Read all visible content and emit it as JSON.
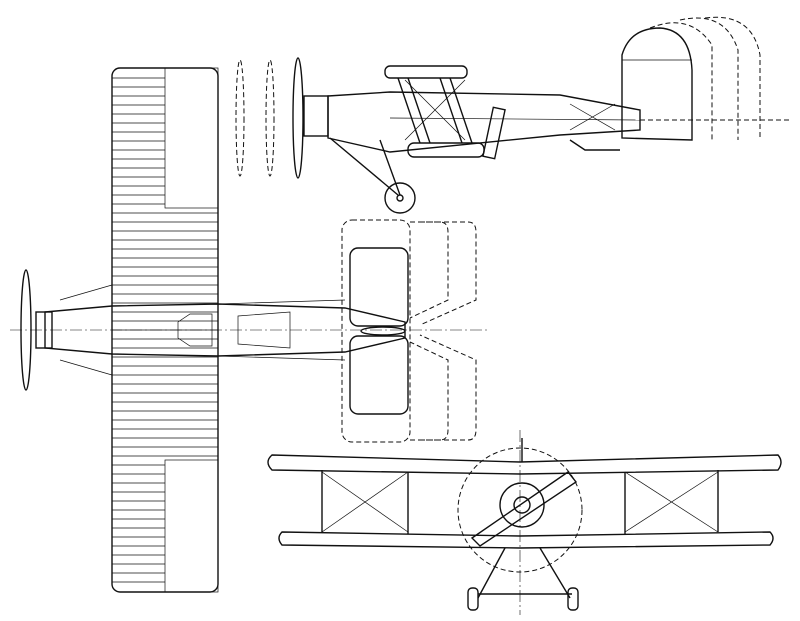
{
  "drawing": {
    "views": [
      "side-view",
      "top-view",
      "front-view"
    ],
    "line_color": "#111111",
    "background": "#ffffff"
  }
}
